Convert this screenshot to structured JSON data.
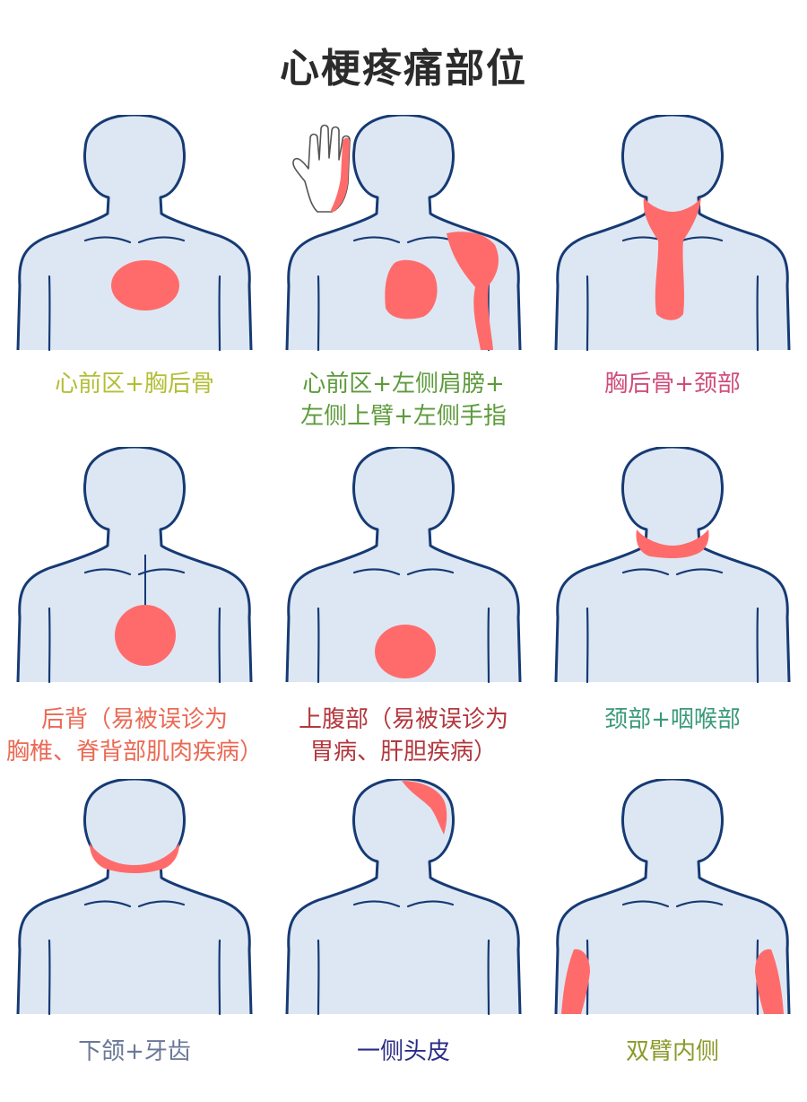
{
  "title": "心梗疼痛部位",
  "colors": {
    "skin": "#dde7f3",
    "outline": "#163a74",
    "pain": "#ff6b6b"
  },
  "panels": [
    {
      "id": "p1",
      "region": "chest-center",
      "lines": [
        "心前区+胸后骨"
      ],
      "color": "#b3be36"
    },
    {
      "id": "p2",
      "region": "chest-left-shoulder-arm-hand",
      "lines": [
        "心前区+左侧肩膀+",
        "左侧上臂+左侧手指"
      ],
      "color": "#5c9a3a"
    },
    {
      "id": "p3",
      "region": "neck-sternum",
      "lines": [
        "胸后骨+颈部"
      ],
      "color": "#cf4d7c"
    },
    {
      "id": "p4",
      "region": "back",
      "lines": [
        "后背（易被误诊为",
        "胸椎、脊背部肌肉疾病）"
      ],
      "color": "#ea6a55"
    },
    {
      "id": "p5",
      "region": "upper-abdomen",
      "lines": [
        "上腹部（易被误诊为",
        "胃病、肝胆疾病）"
      ],
      "color": "#b3383e"
    },
    {
      "id": "p6",
      "region": "neck-throat",
      "lines": [
        "颈部+咽喉部"
      ],
      "color": "#3a9a7a"
    },
    {
      "id": "p7",
      "region": "jaw",
      "lines": [
        "下颌+牙齿"
      ],
      "color": "#6a7898"
    },
    {
      "id": "p8",
      "region": "scalp-side",
      "lines": [
        "一侧头皮"
      ],
      "color": "#2a2c86"
    },
    {
      "id": "p9",
      "region": "inner-arms",
      "lines": [
        "双臂内侧"
      ],
      "color": "#8a9a2a"
    }
  ]
}
